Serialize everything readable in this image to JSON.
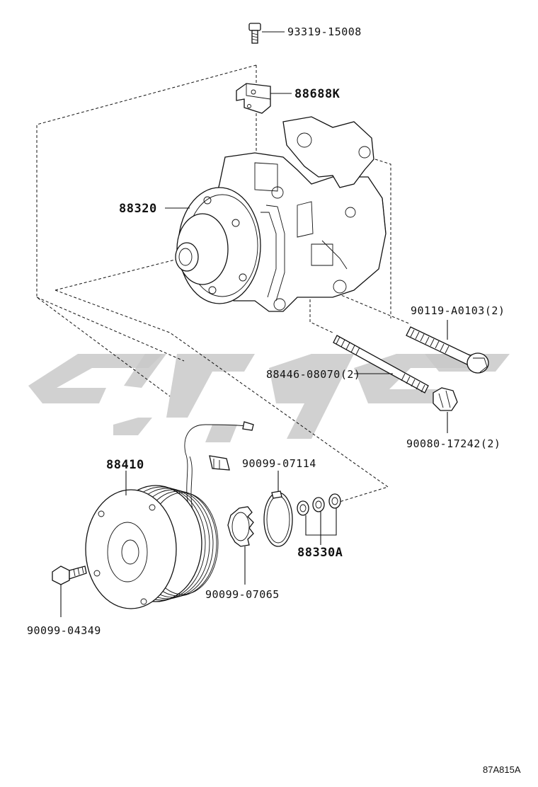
{
  "diagram": {
    "figure_id": "87A815A",
    "callouts": {
      "bolt_top": "93319-15008",
      "bracket": "88688K",
      "compressor": "88320",
      "long_bolt": "90119-A0103(2)",
      "stud": "88446-08070(2)",
      "nut": "90080-17242(2)",
      "clutch": "88410",
      "snap_ring_a": "90099-07114",
      "shims": "88330A",
      "snap_ring_b": "90099-07065",
      "center_bolt": "90099-04349"
    }
  }
}
